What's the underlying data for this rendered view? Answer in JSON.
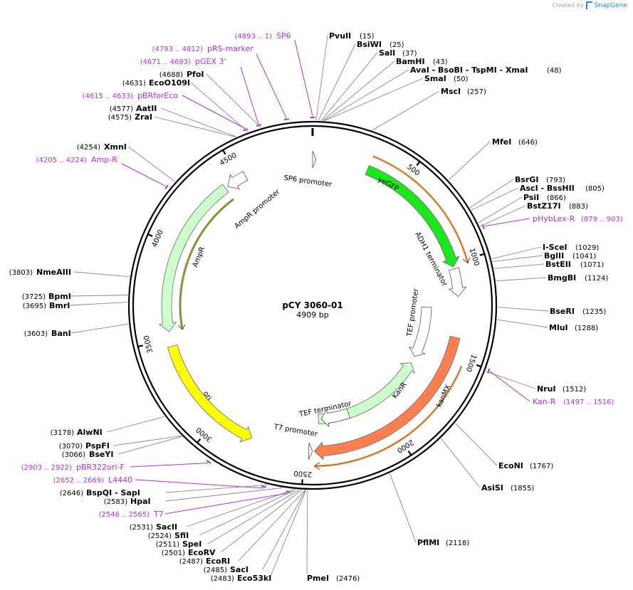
{
  "credit": {
    "prefix": "Created by",
    "brand": "SnapGene"
  },
  "plasmid": {
    "name": "pCY 3060-01",
    "length_label": "4909 bp",
    "length": 4909
  },
  "ticks": [
    {
      "bp": 500,
      "label": "500"
    },
    {
      "bp": 1000,
      "label": "1000"
    },
    {
      "bp": 1500,
      "label": "1500"
    },
    {
      "bp": 2000,
      "label": "2000"
    },
    {
      "bp": 2500,
      "label": "2500"
    },
    {
      "bp": 3000,
      "label": "3000"
    },
    {
      "bp": 3500,
      "label": "3500"
    },
    {
      "bp": 4000,
      "label": "4000"
    },
    {
      "bp": 4500,
      "label": "4500"
    }
  ],
  "features": [
    {
      "name": "yeGFP",
      "start": 300,
      "end": 1020,
      "ring": "r3",
      "color": "#1ee61e",
      "dir": "cw"
    },
    {
      "name": "kanMX",
      "start": 1400,
      "end": 2445,
      "ring": "r3",
      "color": "#ff7f50",
      "dir": "cw"
    },
    {
      "name": "KanR",
      "start": 1640,
      "end": 2415,
      "ring": "r4",
      "color": "#ccffcc",
      "dir": "ccw"
    },
    {
      "name": "AmpR",
      "start": 3540,
      "end": 4410,
      "ring": "r3",
      "color": "#ccffcc",
      "dir": "ccw"
    },
    {
      "name": "ori",
      "start": 2790,
      "end": 3460,
      "ring": "r3",
      "color": "#ffff00",
      "dir": "ccw"
    },
    {
      "name": "AmpR promoter",
      "start": 4425,
      "end": 4535,
      "ring": "r3",
      "color": "#ffffff",
      "dir": "ccw"
    },
    {
      "name": "SP6 promoter",
      "start": 0,
      "end": 18,
      "ring": "r3",
      "color": "#ffffff",
      "dir": "cw"
    },
    {
      "name": "ADH1 terminator",
      "start": 1030,
      "end": 1180,
      "ring": "r3",
      "color": "#ffffff",
      "dir": "cw"
    },
    {
      "name": "TEF promoter",
      "start": 1240,
      "end": 1590,
      "ring": "r4",
      "color": "#ffffff",
      "dir": "cw"
    },
    {
      "name": "TEF terminator",
      "start": 2205,
      "end": 2395,
      "ring": "r4",
      "color": "#ffffff",
      "dir": "cw"
    },
    {
      "name": "T7 promoter",
      "start": 2455,
      "end": 2475,
      "ring": "r3",
      "color": "#ffffff",
      "dir": "ccw"
    }
  ],
  "primer_arcs": [
    {
      "name": "Kan-R",
      "start": 1497,
      "end": 1516
    },
    {
      "name": "Amp-R",
      "start": 4205,
      "end": 4224
    }
  ],
  "sites": [
    {
      "name": "PvuII",
      "pos": "(15)"
    },
    {
      "name": "BsiWI",
      "pos": "(25)"
    },
    {
      "name": "SalI",
      "pos": "(37)"
    },
    {
      "name": "BamHI",
      "pos": "(43)"
    },
    {
      "name": "AvaI - BsoBI - TspMI - XmaI",
      "pos": "(48)"
    },
    {
      "name": "SmaI",
      "pos": "(50)"
    },
    {
      "name": "MscI",
      "pos": "(257)"
    },
    {
      "name": "MfeI",
      "pos": "(646)"
    },
    {
      "name": "BsrGI",
      "pos": "(793)"
    },
    {
      "name": "AscI - BssHII",
      "pos": "(805)"
    },
    {
      "name": "PsiI",
      "pos": "(866)"
    },
    {
      "name": "BstZ17I",
      "pos": "(883)"
    },
    {
      "name": "I-SceI",
      "pos": "(1029)"
    },
    {
      "name": "BglII",
      "pos": "(1041)"
    },
    {
      "name": "BstEII",
      "pos": "(1071)"
    },
    {
      "name": "BmgBI",
      "pos": "(1124)"
    },
    {
      "name": "BseRI",
      "pos": "(1235)"
    },
    {
      "name": "MluI",
      "pos": "(1288)"
    },
    {
      "name": "NruI",
      "pos": "(1512)"
    },
    {
      "name": "EcoNI",
      "pos": "(1767)"
    },
    {
      "name": "AsiSI",
      "pos": "(1855)"
    },
    {
      "name": "PflMI",
      "pos": "(2118)"
    },
    {
      "name": "PmeI",
      "pos": "(2476)"
    },
    {
      "name": "Eco53kI",
      "pos": "(2483)"
    },
    {
      "name": "SacI",
      "pos": "(2485)"
    },
    {
      "name": "EcoRI",
      "pos": "(2487)"
    },
    {
      "name": "EcoRV",
      "pos": "(2501)"
    },
    {
      "name": "SpeI",
      "pos": "(2511)"
    },
    {
      "name": "SfiI",
      "pos": "(2524)"
    },
    {
      "name": "SacII",
      "pos": "(2531)"
    },
    {
      "name": "HpaI",
      "pos": "(2583)"
    },
    {
      "name": "BspQI - SapI",
      "pos": "(2646)"
    },
    {
      "name": "BseYI",
      "pos": "(3066)"
    },
    {
      "name": "PspFI",
      "pos": "(3070)"
    },
    {
      "name": "AlwNI",
      "pos": "(3178)"
    },
    {
      "name": "BanI",
      "pos": "(3603)"
    },
    {
      "name": "BmrI",
      "pos": "(3695)"
    },
    {
      "name": "BpmI",
      "pos": "(3725)"
    },
    {
      "name": "NmeAIII",
      "pos": "(3803)"
    },
    {
      "name": "XmnI",
      "pos": "(4254)"
    },
    {
      "name": "ZraI",
      "pos": "(4575)"
    },
    {
      "name": "AatII",
      "pos": "(4577)"
    },
    {
      "name": "EcoO109I",
      "pos": "(4631)"
    },
    {
      "name": "PfoI",
      "pos": "(4688)"
    }
  ],
  "primers": [
    {
      "name": "SP6",
      "pos": "(4893 .. 1)"
    },
    {
      "name": "pRS-marker",
      "pos": "(4793 .. 4812)"
    },
    {
      "name": "pGEX 3'",
      "pos": "(4671 .. 4693)"
    },
    {
      "name": "pBRforEco",
      "pos": "(4615 .. 4633)"
    },
    {
      "name": "Amp-R",
      "pos": "(4205 .. 4224)"
    },
    {
      "name": "pHybLex-R",
      "pos": "(879 .. 903)"
    },
    {
      "name": "Kan-R",
      "pos": "(1497 .. 1516)"
    },
    {
      "name": "pBR322ori-F",
      "pos": "(2903 .. 2922)"
    },
    {
      "name": "L4440",
      "pos": "(2652 .. 2669)"
    },
    {
      "name": "T7",
      "pos": "(2546 .. 2565)"
    }
  ]
}
